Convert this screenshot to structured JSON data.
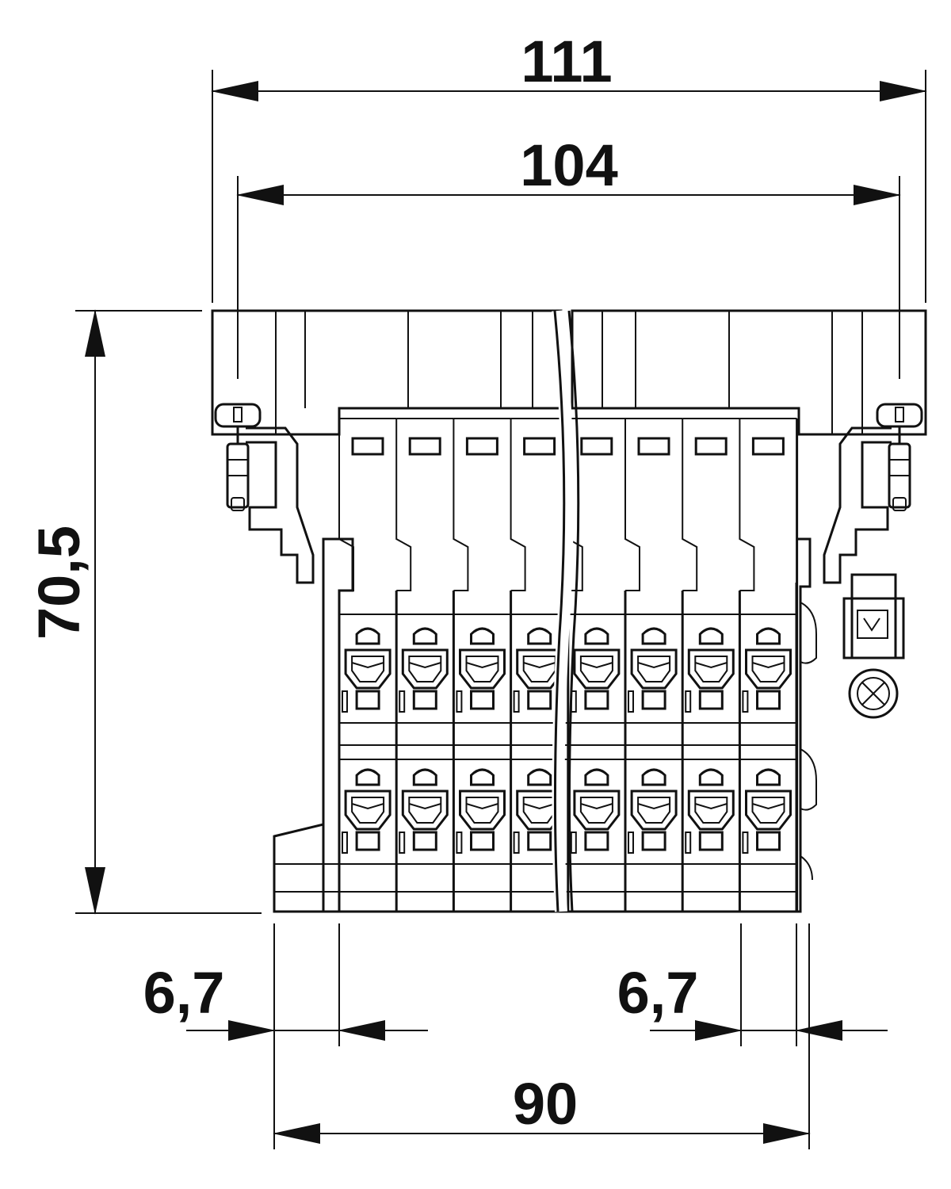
{
  "drawing": {
    "dimensions": {
      "overall_width": "111",
      "mounting_width": "104",
      "height": "70,5",
      "bottom_width": "90",
      "left_offset": "6,7",
      "right_offset": "6,7"
    },
    "terminal_columns": 8,
    "terminal_rows": 2
  }
}
